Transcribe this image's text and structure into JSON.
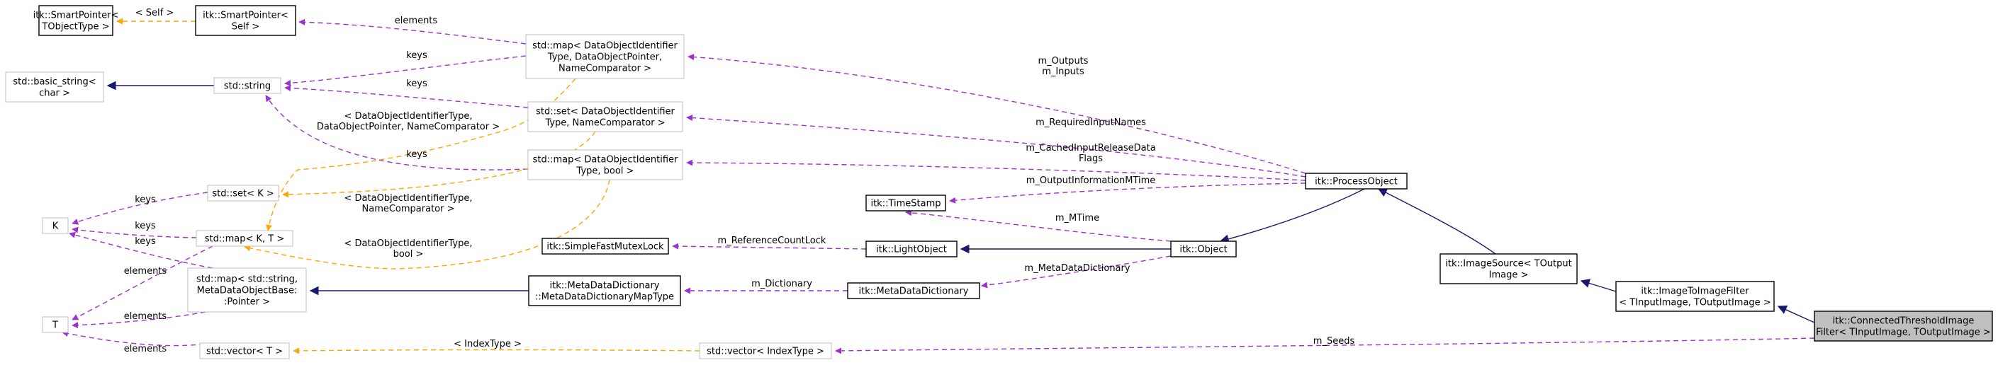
{
  "nodes": {
    "sp_tobj": {
      "lines": [
        "itk::SmartPointer<",
        "TObjectType >"
      ],
      "style": "bold"
    },
    "sp_self": {
      "lines": [
        "itk::SmartPointer<",
        "Self >"
      ],
      "style": "bold"
    },
    "basic_string": {
      "lines": [
        "std::basic_string<",
        "char >"
      ],
      "style": "grey"
    },
    "string": {
      "lines": [
        "std::string"
      ],
      "style": "grey"
    },
    "map_dop": {
      "lines": [
        "std::map< DataObjectIdentifier",
        "Type, DataObjectPointer,",
        "NameComparator >"
      ],
      "style": "grey"
    },
    "set_name": {
      "lines": [
        "std::set< DataObjectIdentifier",
        "Type, NameComparator >"
      ],
      "style": "grey"
    },
    "map_bool": {
      "lines": [
        "std::map< DataObjectIdentifier",
        "Type, bool >"
      ],
      "style": "grey"
    },
    "set_k": {
      "lines": [
        "std::set< K >"
      ],
      "style": "grey"
    },
    "k": {
      "lines": [
        "K"
      ],
      "style": "grey"
    },
    "map_kt": {
      "lines": [
        "std::map< K, T >"
      ],
      "style": "grey"
    },
    "map_meta": {
      "lines": [
        "std::map< std::string,",
        "MetaDataObjectBase:",
        ":Pointer >"
      ],
      "style": "grey"
    },
    "t": {
      "lines": [
        "T"
      ],
      "style": "grey"
    },
    "vector_t": {
      "lines": [
        "std::vector< T >"
      ],
      "style": "grey"
    },
    "vector_idx": {
      "lines": [
        "std::vector< IndexType >"
      ],
      "style": "grey"
    },
    "timestamp": {
      "lines": [
        "itk::TimeStamp"
      ],
      "style": "bold"
    },
    "fastmutex": {
      "lines": [
        "itk::SimpleFastMutexLock"
      ],
      "style": "bold"
    },
    "lightobject": {
      "lines": [
        "itk::LightObject"
      ],
      "style": "bold"
    },
    "mdd_maptype": {
      "lines": [
        "itk::MetaDataDictionary",
        "::MetaDataDictionaryMapType"
      ],
      "style": "bold"
    },
    "mdd": {
      "lines": [
        "itk::MetaDataDictionary"
      ],
      "style": "bold"
    },
    "object": {
      "lines": [
        "itk::Object"
      ],
      "style": "bold"
    },
    "processobject": {
      "lines": [
        "itk::ProcessObject"
      ],
      "style": "bold"
    },
    "imagesource": {
      "lines": [
        "itk::ImageSource< TOutput",
        "Image >"
      ],
      "style": "bold"
    },
    "imagetoimage": {
      "lines": [
        "itk::ImageToImageFilter",
        "< TInputImage, TOutputImage >"
      ],
      "style": "bold"
    },
    "connected": {
      "lines": [
        "itk::ConnectedThresholdImage",
        "Filter< TInputImage, TOutputImage >"
      ],
      "style": "focus"
    }
  },
  "edges": [
    {
      "from": "sp_self",
      "to": "sp_tobj",
      "kind": "template",
      "label": [
        "< Self >"
      ]
    },
    {
      "from": "map_dop",
      "to": "sp_self",
      "kind": "usage",
      "label": [
        "elements"
      ]
    },
    {
      "from": "string",
      "to": "basic_string",
      "kind": "inheritance",
      "label": []
    },
    {
      "from": "map_dop",
      "to": "string",
      "kind": "usage",
      "label": [
        "keys"
      ]
    },
    {
      "from": "set_name",
      "to": "string",
      "kind": "usage",
      "label": [
        "keys"
      ]
    },
    {
      "from": "map_bool",
      "to": "string",
      "kind": "usage",
      "label": [
        "keys"
      ]
    },
    {
      "from": "set_k",
      "to": "k",
      "kind": "usage",
      "label": [
        "keys"
      ]
    },
    {
      "from": "map_kt",
      "to": "k",
      "kind": "usage",
      "label": [
        "keys"
      ]
    },
    {
      "from": "map_meta",
      "to": "k",
      "kind": "usage",
      "label": [
        "keys"
      ]
    },
    {
      "from": "map_kt",
      "to": "t",
      "kind": "usage",
      "label": [
        "elements"
      ]
    },
    {
      "from": "map_meta",
      "to": "t",
      "kind": "usage",
      "label": [
        "elements"
      ]
    },
    {
      "from": "vector_t",
      "to": "t",
      "kind": "usage",
      "label": [
        "elements"
      ]
    },
    {
      "from": "map_dop",
      "to": "map_kt",
      "kind": "template",
      "label": [
        "< DataObjectIdentifierType,",
        "DataObjectPointer, NameComparator >"
      ]
    },
    {
      "from": "set_name",
      "to": "set_k",
      "kind": "template",
      "label": [
        "< DataObjectIdentifierType,",
        "NameComparator >"
      ]
    },
    {
      "from": "map_bool",
      "to": "map_kt",
      "kind": "template",
      "label": [
        "< DataObjectIdentifierType,",
        "bool >"
      ]
    },
    {
      "from": "vector_idx",
      "to": "vector_t",
      "kind": "template",
      "label": [
        "< IndexType >"
      ]
    },
    {
      "from": "mdd_maptype",
      "to": "map_meta",
      "kind": "inheritance",
      "label": []
    },
    {
      "from": "mdd",
      "to": "mdd_maptype",
      "kind": "usage",
      "label": [
        "m_Dictionary"
      ]
    },
    {
      "from": "lightobject",
      "to": "fastmutex",
      "kind": "usage",
      "label": [
        "m_ReferenceCountLock"
      ]
    },
    {
      "from": "object",
      "to": "lightobject",
      "kind": "inheritance",
      "label": []
    },
    {
      "from": "object",
      "to": "timestamp",
      "kind": "usage",
      "label": [
        "m_MTime"
      ]
    },
    {
      "from": "object",
      "to": "mdd",
      "kind": "usage",
      "label": [
        "m_MetaDataDictionary"
      ]
    },
    {
      "from": "processobject",
      "to": "object",
      "kind": "inheritance",
      "label": []
    },
    {
      "from": "processobject",
      "to": "map_dop",
      "kind": "usage",
      "label": [
        "m_Outputs",
        "m_Inputs"
      ]
    },
    {
      "from": "processobject",
      "to": "set_name",
      "kind": "usage",
      "label": [
        "m_RequiredInputNames"
      ]
    },
    {
      "from": "processobject",
      "to": "map_bool",
      "kind": "usage",
      "label": [
        "m_CachedInputReleaseData",
        "Flags"
      ]
    },
    {
      "from": "processobject",
      "to": "timestamp",
      "kind": "usage",
      "label": [
        "m_OutputInformationMTime"
      ]
    },
    {
      "from": "imagesource",
      "to": "processobject",
      "kind": "inheritance",
      "label": []
    },
    {
      "from": "imagetoimage",
      "to": "imagesource",
      "kind": "inheritance",
      "label": []
    },
    {
      "from": "connected",
      "to": "imagetoimage",
      "kind": "inheritance",
      "label": []
    },
    {
      "from": "connected",
      "to": "vector_idx",
      "kind": "usage",
      "label": [
        "m_Seeds"
      ]
    }
  ],
  "colors": {
    "usage_edge": "#9a32cd",
    "template_edge": "#ffa500",
    "inheritance_edge": "#191970",
    "focus_node_fill": "#bfbfbf",
    "grey_node_border": "#bfbfbf"
  }
}
